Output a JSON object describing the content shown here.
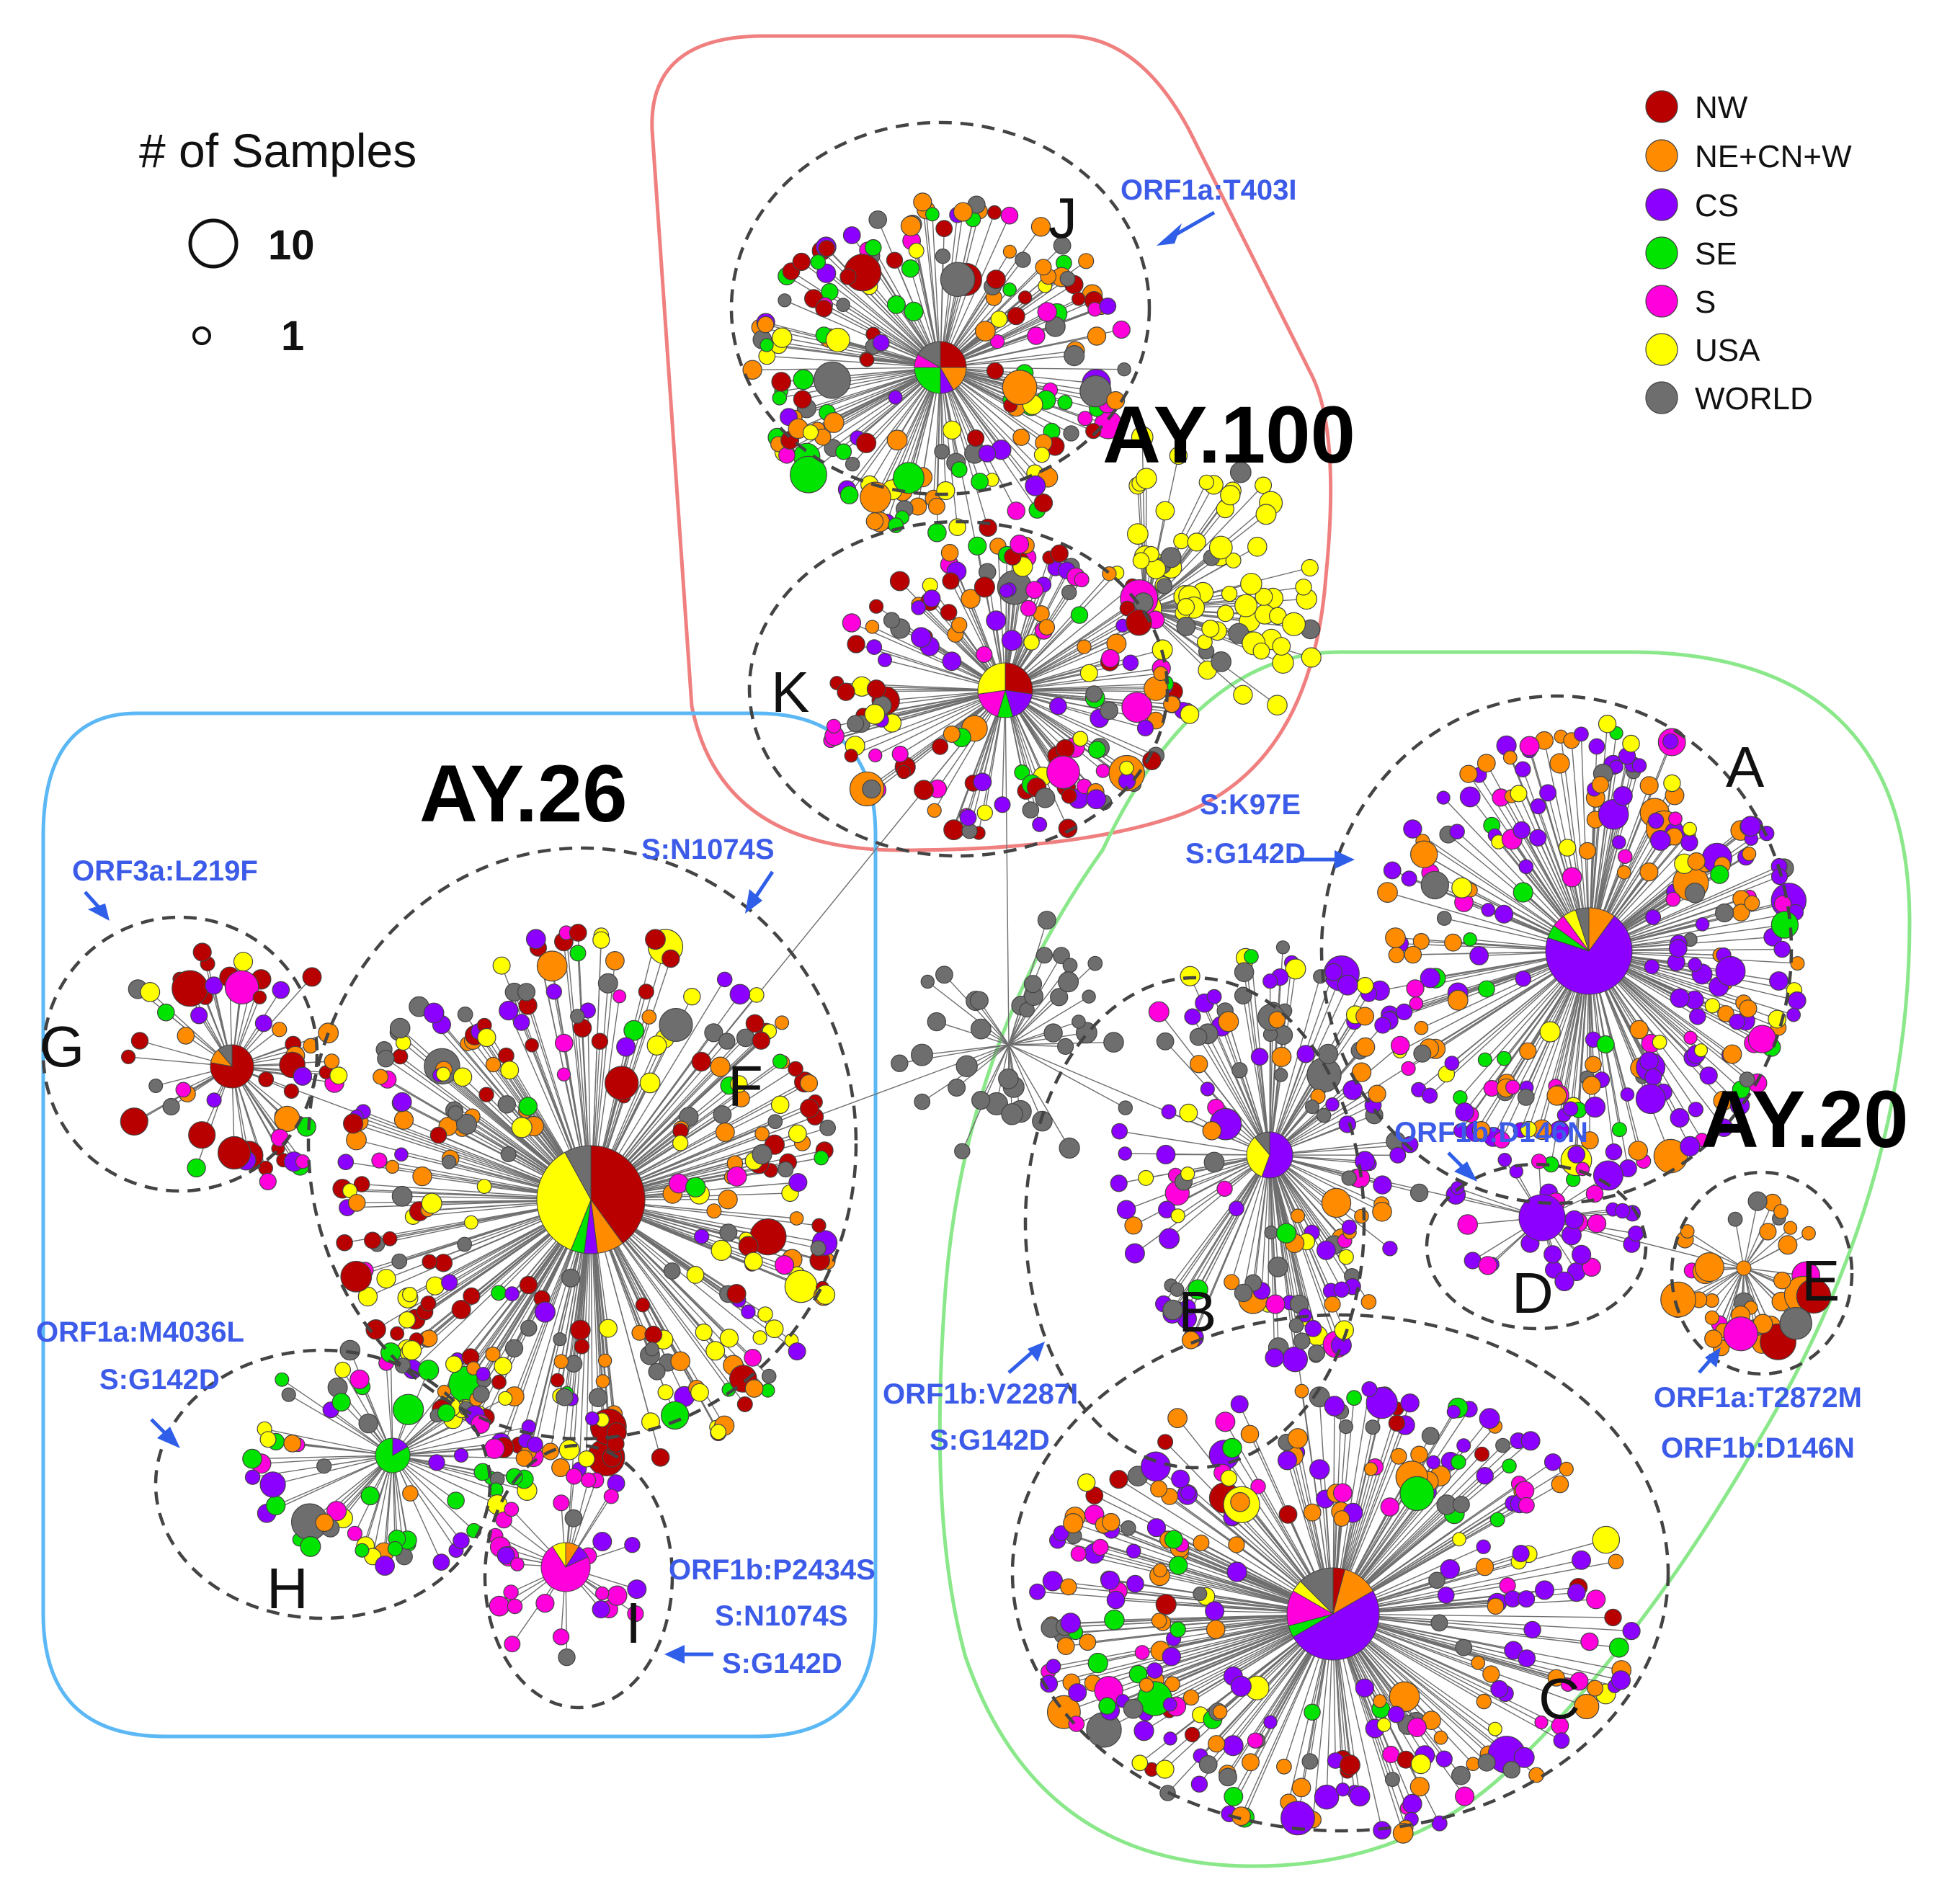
{
  "legend": {
    "size_title": "# of Samples",
    "size_large": "10",
    "size_small": "1",
    "regions": [
      {
        "label": "NW",
        "color": "#b80000"
      },
      {
        "label": "NE+CN+W",
        "color": "#ff8c00"
      },
      {
        "label": "CS",
        "color": "#8b00ff"
      },
      {
        "label": "SE",
        "color": "#00e400"
      },
      {
        "label": "S",
        "color": "#ff00dd"
      },
      {
        "label": "USA",
        "color": "#ffff00"
      },
      {
        "label": "WORLD",
        "color": "#6e6e6e"
      }
    ]
  },
  "lineages": {
    "ay100": {
      "label": "AY.100",
      "color": "#f08080"
    },
    "ay26": {
      "label": "AY.26",
      "color": "#5bb8f5"
    },
    "ay20": {
      "label": "AY.20",
      "color": "#8ae88a"
    }
  },
  "clusters": {
    "A": "A",
    "B": "B",
    "C": "C",
    "D": "D",
    "E": "E",
    "F": "F",
    "G": "G",
    "H": "H",
    "I": "I",
    "J": "J",
    "K": "K"
  },
  "mutations": {
    "J": [
      "ORF1a:T403I"
    ],
    "G": [
      "ORF3a:L219F"
    ],
    "F": [
      "S:N1074S"
    ],
    "A": [
      "S:K97E",
      "S:G142D"
    ],
    "D": [
      "ORF1b:D146N"
    ],
    "H": [
      "ORF1a:M4036L",
      "S:G142D"
    ],
    "B": [
      "ORF1b:V2287I",
      "S:G142D"
    ],
    "E": [
      "ORF1a:T2872M",
      "ORF1b:D146N"
    ],
    "I": [
      "ORF1b:P2434S",
      "S:N1074S",
      "S:G142D"
    ]
  },
  "network": {
    "hubs": {
      "J": [
        3,
        2,
        1,
        3,
        1,
        0,
        2
      ],
      "K": [
        3,
        0,
        2,
        1,
        2,
        3,
        0
      ],
      "F": [
        10,
        2,
        1,
        1,
        0,
        9,
        2
      ],
      "G": [
        7,
        1,
        0,
        0,
        0,
        0,
        1
      ],
      "H": [
        0,
        0,
        1,
        5,
        0,
        0,
        0
      ],
      "I": [
        0,
        1,
        1,
        0,
        8,
        1,
        0
      ],
      "A": [
        0,
        2,
        14,
        1,
        1,
        1,
        1
      ],
      "B": [
        0,
        0,
        5,
        0,
        0,
        3,
        1
      ],
      "C": [
        1,
        3,
        12,
        1,
        3,
        1,
        3
      ],
      "D": [
        0,
        0,
        6,
        0,
        0,
        0,
        0
      ],
      "E": [
        0,
        5,
        0,
        0,
        0,
        0,
        0
      ]
    }
  }
}
